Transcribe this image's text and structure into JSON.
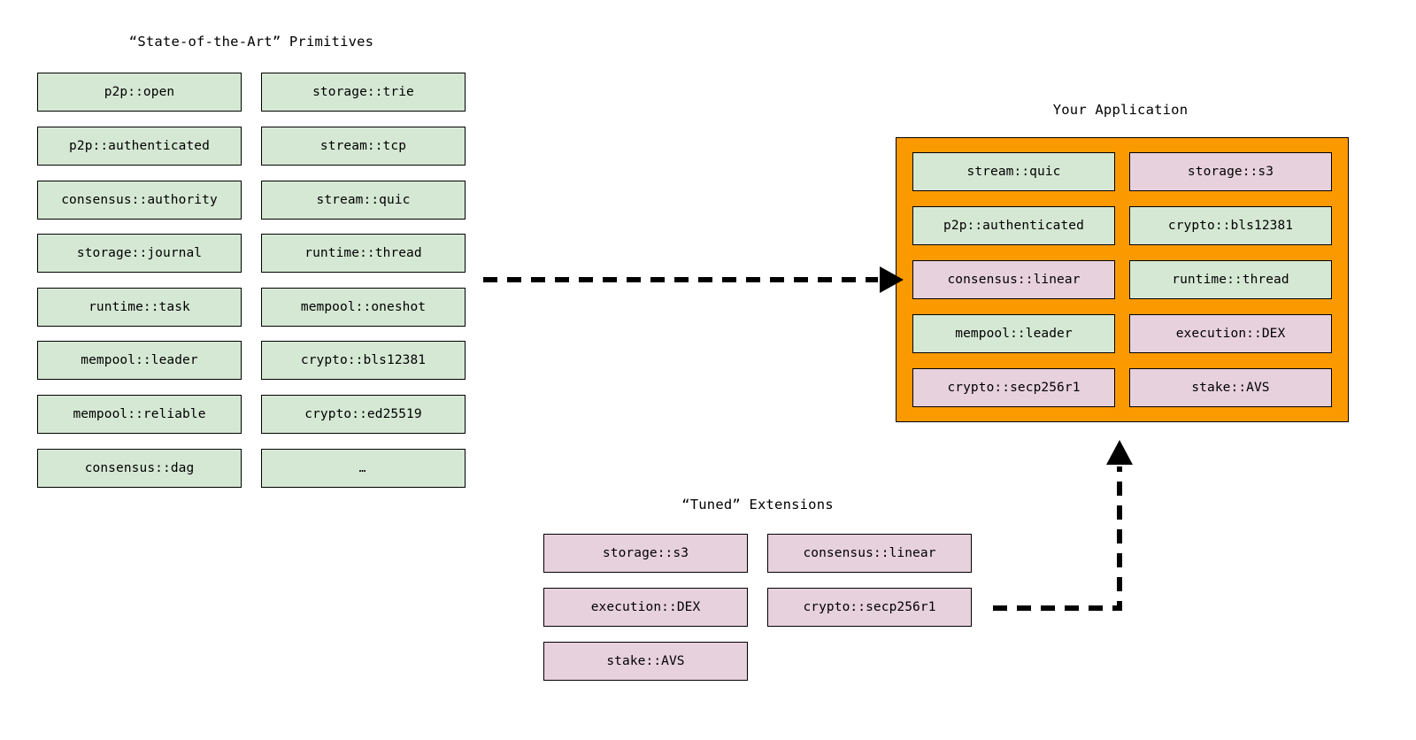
{
  "diagram": {
    "title_primitives": "“State-of-the-Art” Primitives",
    "title_application": "Your Application",
    "title_extensions": "“Tuned” Extensions",
    "colors": {
      "primitive_fill": "#d5e8d4",
      "extension_fill": "#e7d1dd",
      "application_fill": "#fb9a00",
      "stroke": "#000000",
      "background": "#ffffff"
    }
  },
  "primitives": {
    "column_left": [
      {
        "label": "p2p::open",
        "kind": "primitive"
      },
      {
        "label": "p2p::authenticated",
        "kind": "primitive"
      },
      {
        "label": "consensus::authority",
        "kind": "primitive"
      },
      {
        "label": "storage::journal",
        "kind": "primitive"
      },
      {
        "label": "runtime::task",
        "kind": "primitive"
      },
      {
        "label": "mempool::leader",
        "kind": "primitive"
      },
      {
        "label": "mempool::reliable",
        "kind": "primitive"
      },
      {
        "label": "consensus::dag",
        "kind": "primitive"
      }
    ],
    "column_right": [
      {
        "label": "storage::trie",
        "kind": "primitive"
      },
      {
        "label": "stream::tcp",
        "kind": "primitive"
      },
      {
        "label": "stream::quic",
        "kind": "primitive"
      },
      {
        "label": "runtime::thread",
        "kind": "primitive"
      },
      {
        "label": "mempool::oneshot",
        "kind": "primitive"
      },
      {
        "label": "crypto::bls12381",
        "kind": "primitive"
      },
      {
        "label": "crypto::ed25519",
        "kind": "primitive"
      },
      {
        "label": "…",
        "kind": "primitive-ellipsis"
      }
    ]
  },
  "application": {
    "column_left": [
      {
        "label": "stream::quic",
        "kind": "primitive"
      },
      {
        "label": "p2p::authenticated",
        "kind": "primitive"
      },
      {
        "label": "consensus::linear",
        "kind": "extension"
      },
      {
        "label": "mempool::leader",
        "kind": "primitive"
      },
      {
        "label": "crypto::secp256r1",
        "kind": "extension"
      }
    ],
    "column_right": [
      {
        "label": "storage::s3",
        "kind": "extension"
      },
      {
        "label": "crypto::bls12381",
        "kind": "primitive"
      },
      {
        "label": "runtime::thread",
        "kind": "primitive"
      },
      {
        "label": "execution::DEX",
        "kind": "extension"
      },
      {
        "label": "stake::AVS",
        "kind": "extension"
      }
    ]
  },
  "extensions": {
    "column_left": [
      {
        "label": "storage::s3",
        "kind": "extension"
      },
      {
        "label": "execution::DEX",
        "kind": "extension"
      },
      {
        "label": "stake::AVS",
        "kind": "extension"
      }
    ],
    "column_right": [
      {
        "label": "consensus::linear",
        "kind": "extension"
      },
      {
        "label": "crypto::secp256r1",
        "kind": "extension"
      }
    ]
  },
  "arrows": [
    {
      "name": "primitives-to-application",
      "style": "dashed",
      "direction": "right"
    },
    {
      "name": "extensions-to-application",
      "style": "dashed",
      "direction": "up"
    }
  ]
}
